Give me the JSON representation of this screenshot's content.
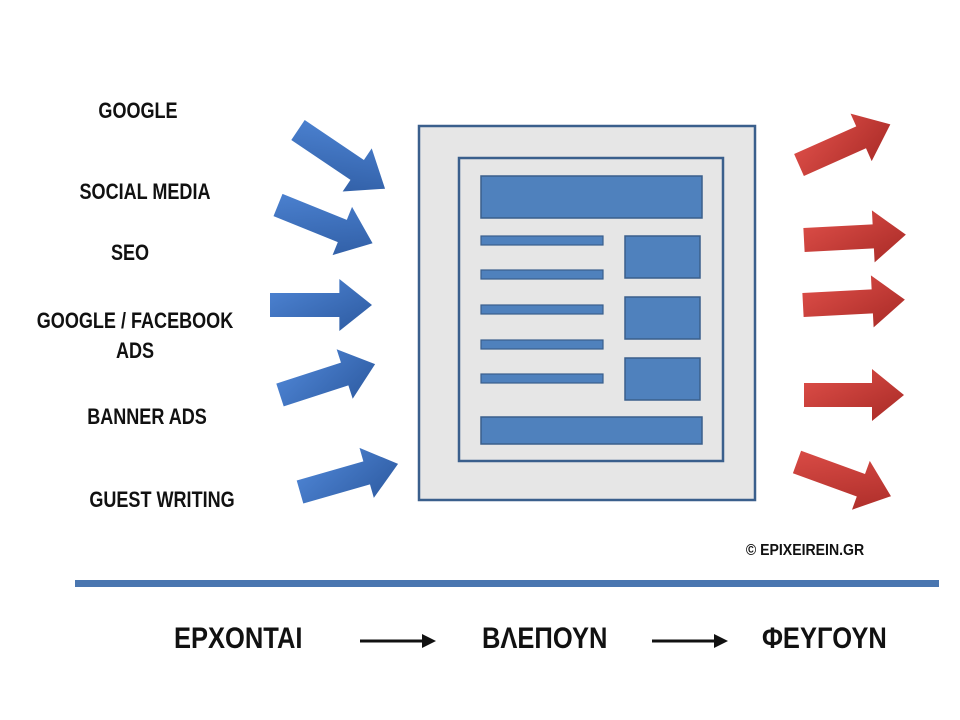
{
  "sources": [
    "GOOGLE",
    "SOCIAL MEDIA",
    "SEO",
    "GOOGLE / FACEBOOK ADS",
    "BANNER ADS",
    "GUEST WRITING"
  ],
  "copyright": "© EPIXEIREIN.GR",
  "steps": {
    "come": "ΕΡΧΟΝΤΑΙ",
    "see": "ΒΛΕΠΟΥΝ",
    "leave": "ΦΕΥΓΟΥΝ"
  },
  "colors": {
    "incoming_arrow": "#3d6fbf",
    "outgoing_arrow": "#c03a36",
    "page_block": "#4f81bd",
    "page_border": "#3a5f8c",
    "page_fill": "#e6e6e6",
    "divider": "#4a76b0"
  }
}
